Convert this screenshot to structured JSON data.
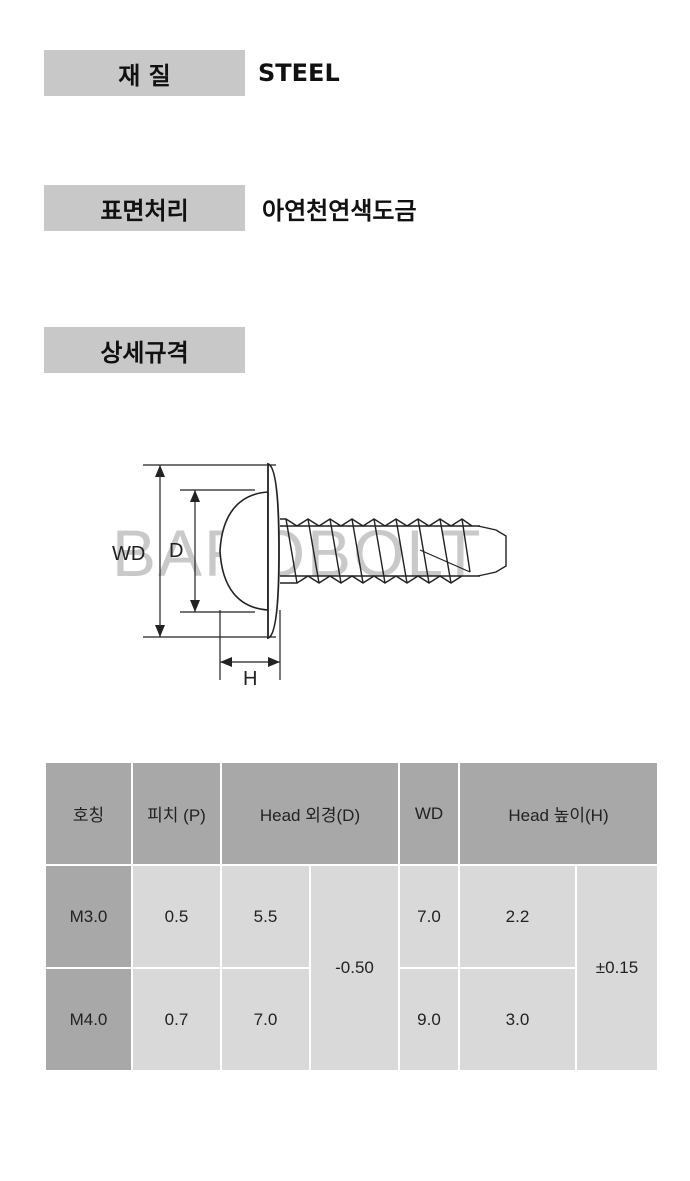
{
  "material": {
    "label": "재 질",
    "value": "STEEL"
  },
  "surface": {
    "label": "표면처리",
    "value": "아연천연색도금"
  },
  "spec": {
    "label": "상세규격"
  },
  "diagram": {
    "watermark": "BAROBOLT",
    "dim_wd": "WD",
    "dim_d": "D",
    "dim_h": "H"
  },
  "table": {
    "headers": [
      "호칭",
      "피치 (P)",
      "Head 외경(D)",
      "WD",
      "Head 높이(H)"
    ],
    "rows": [
      {
        "name": "M3.0",
        "pitch": "0.5",
        "head_d": "5.5",
        "wd": "7.0",
        "head_h": "2.2"
      },
      {
        "name": "M4.0",
        "pitch": "0.7",
        "head_d": "7.0",
        "wd": "9.0",
        "head_h": "3.0"
      }
    ],
    "tol_d": "-0.50",
    "tol_h": "±0.15"
  }
}
